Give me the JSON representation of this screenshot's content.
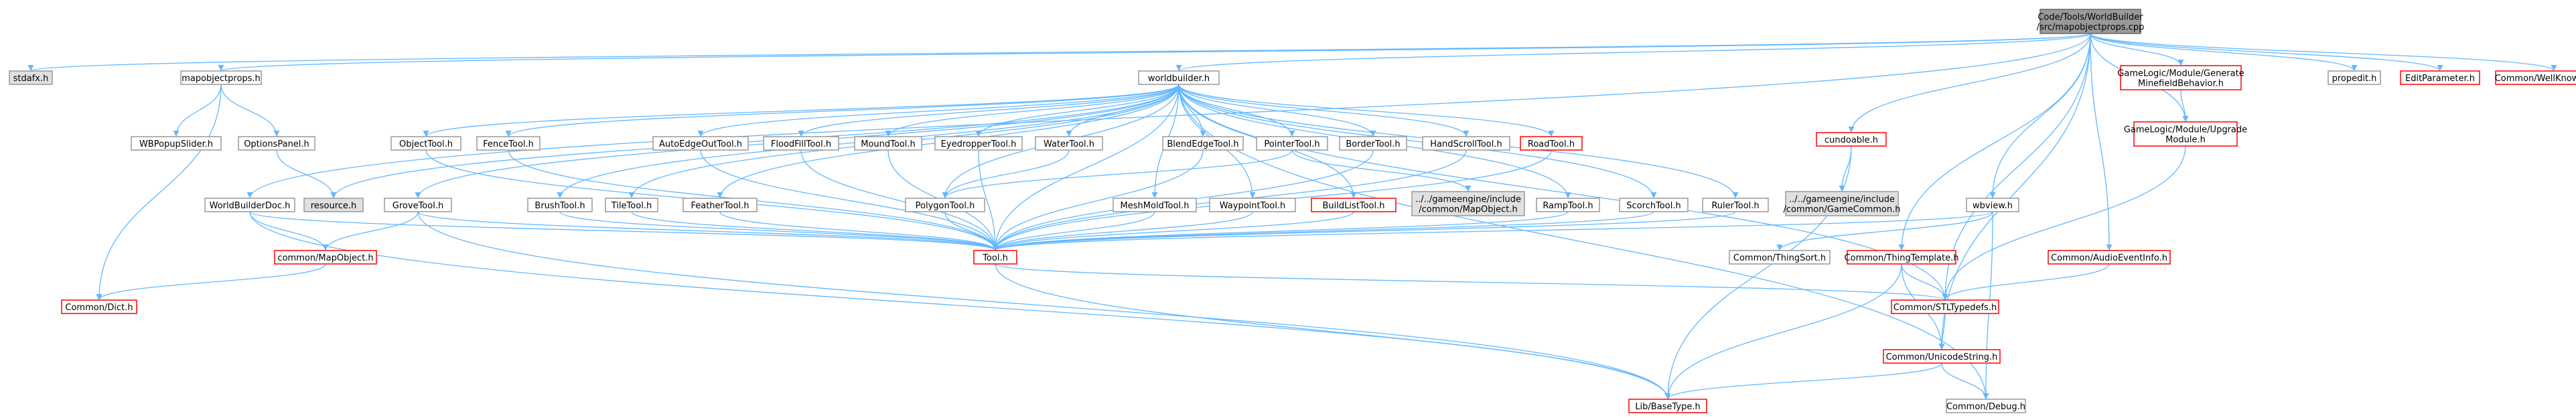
{
  "colors": {
    "edge": "#63b8ff",
    "border_default": "#999999",
    "border_broken": "#ff0000",
    "fill_default": "#ffffff",
    "fill_root": "#999999",
    "fill_external": "#e0e0e0",
    "text": "#000000"
  },
  "nodes": [
    {
      "id": "root",
      "lines": [
        "Code/Tools/WorldBuilder",
        "/src/mapobjectprops.cpp"
      ],
      "style": "root"
    },
    {
      "id": "stdafx",
      "lines": [
        "stdafx.h"
      ],
      "style": "external"
    },
    {
      "id": "mapobjectprops",
      "lines": [
        "mapobjectprops.h"
      ],
      "style": "default"
    },
    {
      "id": "worldbuilder",
      "lines": [
        "worldbuilder.h"
      ],
      "style": "default"
    },
    {
      "id": "wbpopupslider",
      "lines": [
        "WBPopupSlider.h"
      ],
      "style": "default"
    },
    {
      "id": "optionspanel",
      "lines": [
        "OptionsPanel.h"
      ],
      "style": "default"
    },
    {
      "id": "resource",
      "lines": [
        "resource.h"
      ],
      "style": "external"
    },
    {
      "id": "worldbuilderdoc",
      "lines": [
        "WorldBuilderDoc.h"
      ],
      "style": "default"
    },
    {
      "id": "common_dict",
      "lines": [
        "Common/Dict.h"
      ],
      "style": "broken"
    },
    {
      "id": "common_mapobject",
      "lines": [
        "common/MapObject.h"
      ],
      "style": "broken"
    },
    {
      "id": "objecttool",
      "lines": [
        "ObjectTool.h"
      ],
      "style": "default"
    },
    {
      "id": "fencetool",
      "lines": [
        "FenceTool.h"
      ],
      "style": "default"
    },
    {
      "id": "autoedgeouttool",
      "lines": [
        "AutoEdgeOutTool.h"
      ],
      "style": "default"
    },
    {
      "id": "floodfilltool",
      "lines": [
        "FloodFillTool.h"
      ],
      "style": "default"
    },
    {
      "id": "moundtool",
      "lines": [
        "MoundTool.h"
      ],
      "style": "default"
    },
    {
      "id": "eyedroppertool",
      "lines": [
        "EyedropperTool.h"
      ],
      "style": "default"
    },
    {
      "id": "watertool",
      "lines": [
        "WaterTool.h"
      ],
      "style": "default"
    },
    {
      "id": "blendedgetool",
      "lines": [
        "BlendEdgeTool.h"
      ],
      "style": "default"
    },
    {
      "id": "pointertool",
      "lines": [
        "PointerTool.h"
      ],
      "style": "default"
    },
    {
      "id": "bordertool",
      "lines": [
        "BorderTool.h"
      ],
      "style": "default"
    },
    {
      "id": "handscrolltool",
      "lines": [
        "HandScrollTool.h"
      ],
      "style": "default"
    },
    {
      "id": "roadtool",
      "lines": [
        "RoadTool.h"
      ],
      "style": "broken"
    },
    {
      "id": "grovetool",
      "lines": [
        "GroveTool.h"
      ],
      "style": "default"
    },
    {
      "id": "brushtool",
      "lines": [
        "BrushTool.h"
      ],
      "style": "default"
    },
    {
      "id": "tiletool",
      "lines": [
        "TileTool.h"
      ],
      "style": "default"
    },
    {
      "id": "feathertool",
      "lines": [
        "FeatherTool.h"
      ],
      "style": "default"
    },
    {
      "id": "polygontool",
      "lines": [
        "PolygonTool.h"
      ],
      "style": "default"
    },
    {
      "id": "meshmoldtool",
      "lines": [
        "MeshMoldTool.h"
      ],
      "style": "default"
    },
    {
      "id": "waypointtool",
      "lines": [
        "WaypointTool.h"
      ],
      "style": "default"
    },
    {
      "id": "buildlisttool",
      "lines": [
        "BuildListTool.h"
      ],
      "style": "broken"
    },
    {
      "id": "ge_mapobject",
      "lines": [
        "../../gameengine/include",
        "/common/MapObject.h"
      ],
      "style": "external"
    },
    {
      "id": "ramptool",
      "lines": [
        "RampTool.h"
      ],
      "style": "default"
    },
    {
      "id": "scorchtool",
      "lines": [
        "ScorchTool.h"
      ],
      "style": "default"
    },
    {
      "id": "rulertool",
      "lines": [
        "RulerTool.h"
      ],
      "style": "default"
    },
    {
      "id": "tool",
      "lines": [
        "Tool.h"
      ],
      "style": "broken"
    },
    {
      "id": "cundoable",
      "lines": [
        "cundoable.h"
      ],
      "style": "broken"
    },
    {
      "id": "ge_gamecommon",
      "lines": [
        "../../gameengine/include",
        "/common/GameCommon.h"
      ],
      "style": "external"
    },
    {
      "id": "wbview",
      "lines": [
        "wbview.h"
      ],
      "style": "default"
    },
    {
      "id": "thingsort",
      "lines": [
        "Common/ThingSort.h"
      ],
      "style": "default"
    },
    {
      "id": "thingtemplate",
      "lines": [
        "Common/ThingTemplate.h"
      ],
      "style": "broken"
    },
    {
      "id": "stltypedefs",
      "lines": [
        "Common/STLTypedefs.h"
      ],
      "style": "broken"
    },
    {
      "id": "unicodestring",
      "lines": [
        "Common/UnicodeString.h"
      ],
      "style": "broken"
    },
    {
      "id": "basetype",
      "lines": [
        "Lib/BaseType.h"
      ],
      "style": "broken"
    },
    {
      "id": "debug",
      "lines": [
        "Common/Debug.h"
      ],
      "style": "default"
    },
    {
      "id": "gl_minefield",
      "lines": [
        "GameLogic/Module/Generate",
        "MinefieldBehavior.h"
      ],
      "style": "broken"
    },
    {
      "id": "gl_upgrade",
      "lines": [
        "GameLogic/Module/Upgrade",
        "Module.h"
      ],
      "style": "broken"
    },
    {
      "id": "audioeventinfo",
      "lines": [
        "Common/AudioEventInfo.h"
      ],
      "style": "broken"
    },
    {
      "id": "propedit",
      "lines": [
        "propedit.h"
      ],
      "style": "default"
    },
    {
      "id": "editparameter",
      "lines": [
        "EditParameter.h"
      ],
      "style": "broken"
    },
    {
      "id": "wellknownkeys",
      "lines": [
        "Common/WellKnownKeys.h"
      ],
      "style": "broken"
    }
  ],
  "edges": [
    [
      "root",
      "stdafx"
    ],
    [
      "root",
      "mapobjectprops"
    ],
    [
      "root",
      "worldbuilder"
    ],
    [
      "root",
      "worldbuilderdoc"
    ],
    [
      "root",
      "cundoable"
    ],
    [
      "root",
      "wbview"
    ],
    [
      "root",
      "thingtemplate"
    ],
    [
      "root",
      "gl_minefield"
    ],
    [
      "root",
      "gl_upgrade"
    ],
    [
      "root",
      "audioeventinfo"
    ],
    [
      "root",
      "propedit"
    ],
    [
      "root",
      "editparameter"
    ],
    [
      "root",
      "wellknownkeys"
    ],
    [
      "root",
      "stltypedefs"
    ],
    [
      "root",
      "unicodestring"
    ],
    [
      "mapobjectprops",
      "wbpopupslider"
    ],
    [
      "mapobjectprops",
      "optionspanel"
    ],
    [
      "mapobjectprops",
      "common_dict"
    ],
    [
      "optionspanel",
      "resource"
    ],
    [
      "worldbuilder",
      "resource"
    ],
    [
      "worldbuilder",
      "objecttool"
    ],
    [
      "worldbuilder",
      "fencetool"
    ],
    [
      "worldbuilder",
      "autoedgeouttool"
    ],
    [
      "worldbuilder",
      "floodfilltool"
    ],
    [
      "worldbuilder",
      "moundtool"
    ],
    [
      "worldbuilder",
      "eyedroppertool"
    ],
    [
      "worldbuilder",
      "watertool"
    ],
    [
      "worldbuilder",
      "blendedgetool"
    ],
    [
      "worldbuilder",
      "pointertool"
    ],
    [
      "worldbuilder",
      "bordertool"
    ],
    [
      "worldbuilder",
      "handscrolltool"
    ],
    [
      "worldbuilder",
      "roadtool"
    ],
    [
      "worldbuilder",
      "grovetool"
    ],
    [
      "worldbuilder",
      "brushtool"
    ],
    [
      "worldbuilder",
      "tiletool"
    ],
    [
      "worldbuilder",
      "feathertool"
    ],
    [
      "worldbuilder",
      "polygontool"
    ],
    [
      "worldbuilder",
      "meshmoldtool"
    ],
    [
      "worldbuilder",
      "waypointtool"
    ],
    [
      "worldbuilder",
      "buildlisttool"
    ],
    [
      "worldbuilder",
      "ramptool"
    ],
    [
      "worldbuilder",
      "scorchtool"
    ],
    [
      "worldbuilder",
      "rulertool"
    ],
    [
      "worldbuilder",
      "tool"
    ],
    [
      "worldbuilder",
      "stltypedefs"
    ],
    [
      "worldbuilder",
      "debug"
    ],
    [
      "worldbuilderdoc",
      "common_mapobject"
    ],
    [
      "worldbuilderdoc",
      "tool"
    ],
    [
      "worldbuilderdoc",
      "basetype"
    ],
    [
      "common_mapobject",
      "common_dict"
    ],
    [
      "objecttool",
      "tool"
    ],
    [
      "fencetool",
      "tool"
    ],
    [
      "autoedgeouttool",
      "tool"
    ],
    [
      "floodfilltool",
      "tool"
    ],
    [
      "moundtool",
      "tool"
    ],
    [
      "eyedroppertool",
      "tool"
    ],
    [
      "watertool",
      "polygontool"
    ],
    [
      "blendedgetool",
      "tool"
    ],
    [
      "pointertool",
      "polygontool"
    ],
    [
      "pointertool",
      "ge_mapobject"
    ],
    [
      "bordertool",
      "tool"
    ],
    [
      "handscrolltool",
      "tool"
    ],
    [
      "roadtool",
      "tool"
    ],
    [
      "grovetool",
      "common_mapobject"
    ],
    [
      "grovetool",
      "tool"
    ],
    [
      "grovetool",
      "basetype"
    ],
    [
      "brushtool",
      "tool"
    ],
    [
      "tiletool",
      "tool"
    ],
    [
      "feathertool",
      "tool"
    ],
    [
      "polygontool",
      "tool"
    ],
    [
      "meshmoldtool",
      "tool"
    ],
    [
      "waypointtool",
      "tool"
    ],
    [
      "buildlisttool",
      "tool"
    ],
    [
      "ramptool",
      "tool"
    ],
    [
      "scorchtool",
      "tool"
    ],
    [
      "rulertool",
      "tool"
    ],
    [
      "tool",
      "basetype"
    ],
    [
      "tool",
      "stltypedefs"
    ],
    [
      "cundoable",
      "ge_gamecommon"
    ],
    [
      "cundoable",
      "basetype"
    ],
    [
      "wbview",
      "tool"
    ],
    [
      "wbview",
      "thingsort"
    ],
    [
      "wbview",
      "debug"
    ],
    [
      "thingtemplate",
      "stltypedefs"
    ],
    [
      "thingtemplate",
      "unicodestring"
    ],
    [
      "thingtemplate",
      "basetype"
    ],
    [
      "stltypedefs",
      "unicodestring"
    ],
    [
      "unicodestring",
      "basetype"
    ],
    [
      "unicodestring",
      "debug"
    ],
    [
      "gl_minefield",
      "gl_upgrade"
    ],
    [
      "gl_upgrade",
      "stltypedefs"
    ],
    [
      "audioeventinfo",
      "stltypedefs"
    ]
  ]
}
